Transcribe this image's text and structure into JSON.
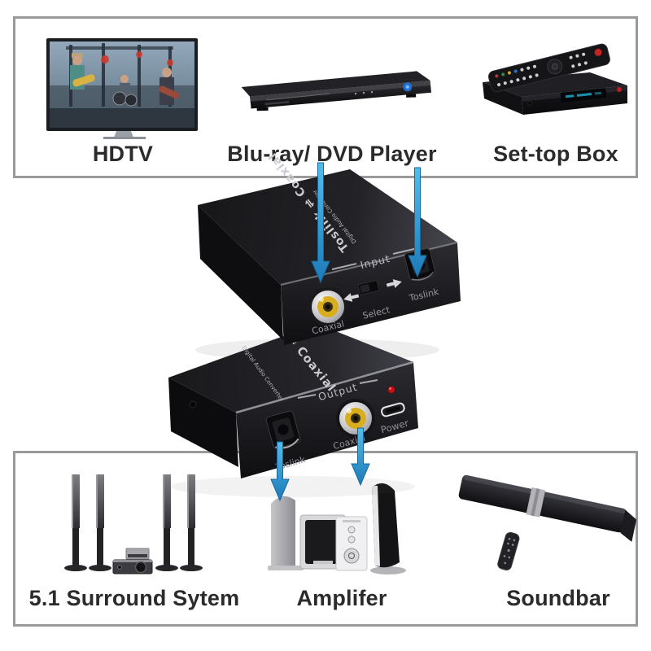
{
  "panels": {
    "top": {
      "devices": [
        {
          "label": "HDTV"
        },
        {
          "label": "Blu-ray/ DVD Player"
        },
        {
          "label": "Set-top Box"
        }
      ]
    },
    "bottom": {
      "devices": [
        {
          "label": "5.1 Surround Sytem"
        },
        {
          "label": "Amplifer"
        },
        {
          "label": "Soundbar"
        }
      ]
    }
  },
  "converter": {
    "input_unit": {
      "lid_title": "Toslink ⇌ Coaxial",
      "lid_subtitle": "Digital Audio Converter",
      "panel_label": "Input",
      "coaxial_label": "Coaxial",
      "select_label": "Select",
      "toslink_label": "Toslink"
    },
    "output_unit": {
      "lid_title": "⇌ Coaxial",
      "lid_subtitle": "Digital Audio Converter",
      "panel_label": "Output",
      "toslink_label": "Toslink",
      "coaxial_label": "Coaxial",
      "power_label": "Power"
    }
  },
  "colors": {
    "arrow_blue": "#2e9fd6",
    "panel_border": "#9a9a9a",
    "label_text": "#2b2b2b",
    "rca_yellow": "#d9ae1e",
    "led_red": "#c0131a"
  }
}
